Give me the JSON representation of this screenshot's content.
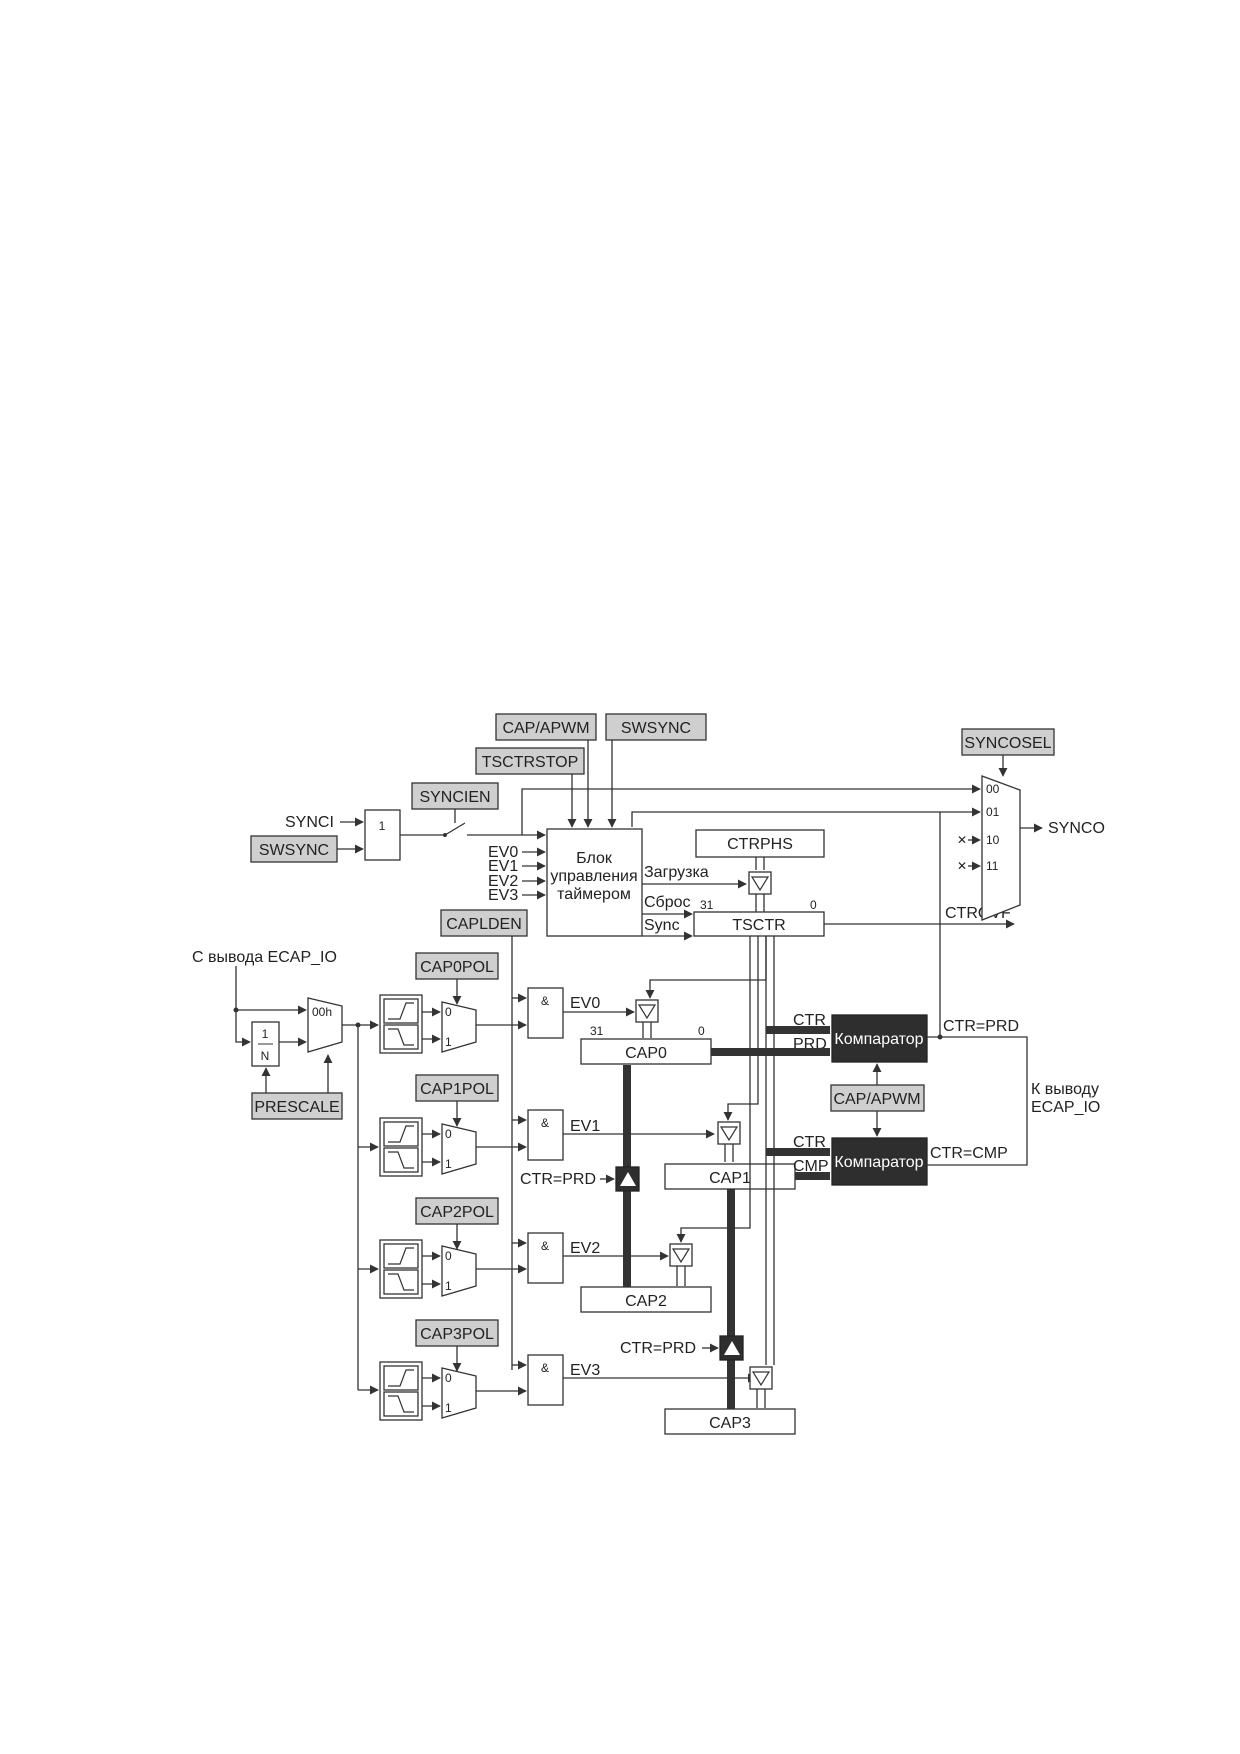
{
  "registers": {
    "cap_apwm": "CAP/APWM",
    "swsync": "SWSYNC",
    "tsctrstop": "TSCTRSTOP",
    "syncien": "SYNCIEN",
    "syncosel": "SYNCOSEL",
    "capldem": "CAPLDEN",
    "cap0pol": "CAP0POL",
    "cap1pol": "CAP1POL",
    "cap2pol": "CAP2POL",
    "cap3pol": "CAP3POL",
    "prescale": "PRESCALE",
    "cap_apwm_2": "CAP/APWM"
  },
  "signals": {
    "synci": "SYNCI",
    "swsync_in": "SWSYNC",
    "synco": "SYNCO",
    "ctrovf": "CTROVF",
    "ecap_in": "С вывода ECAP_IO",
    "ecap_out_1": "К выводу",
    "ecap_out_2": "ECAP_IO",
    "ctr_prd": "CTR=PRD",
    "ctr_cmp": "CTR=CMP",
    "ctr_prd_cap1": "CTR=PRD",
    "ctr_prd_cap3": "CTR=PRD",
    "ctr": "CTR",
    "prd": "PRD",
    "cmp": "CMP",
    "ev0": "EV0",
    "ev1": "EV1",
    "ev2": "EV2",
    "ev3": "EV3",
    "zagruzka": "Загрузка",
    "sbros": "Сброс",
    "sync": "Sync"
  },
  "blocks": {
    "or_gate": "1",
    "timer_ctrl_1": "Блок",
    "timer_ctrl_2": "управления",
    "timer_ctrl_3": "таймером",
    "ctrphs": "CTRPHS",
    "tsctr": "TSCTR",
    "tsctr_bit31": "31",
    "tsctr_bit0": "0",
    "cap0": "CAP0",
    "cap0_bit31": "31",
    "cap0_bit0": "0",
    "cap1": "CAP1",
    "cap2": "CAP2",
    "cap3": "CAP3",
    "comparator_1": "Компаратор",
    "comparator_2": "Компаратор",
    "and_gate": "&",
    "mux_00h": "00h",
    "div_1": "1",
    "div_n": "N",
    "mux_in_0": "0",
    "mux_in_1": "1"
  },
  "syncosel_inputs": [
    "00",
    "01",
    "10",
    "11"
  ]
}
